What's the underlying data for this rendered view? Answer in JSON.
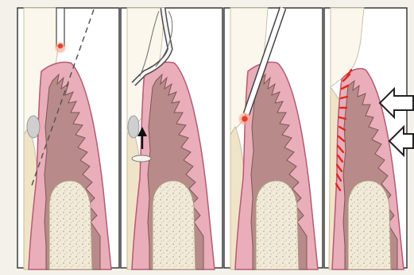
{
  "figure": {
    "panels": [
      {
        "id": "panel-1",
        "step": 1,
        "instrument": "probe",
        "feature": "dashed-reference-line"
      },
      {
        "id": "panel-2",
        "step": 2,
        "instrument": "curved-instrument",
        "feature": "upward-arrow"
      },
      {
        "id": "panel-3",
        "step": 3,
        "instrument": "probe",
        "feature": "glowing-tip"
      },
      {
        "id": "panel-4",
        "step": 4,
        "instrument": "none",
        "feature": "pressure-arrows"
      }
    ],
    "colors": {
      "background": "#f4f1ea",
      "panel_bg": "#ffffff",
      "border": "#3a3a3a",
      "gingiva": "#e9aeb9",
      "gingiva_edge": "#b55a72",
      "tissue": "#b98a8a",
      "tissue_edge": "#7d5656",
      "bone": "#f1ead8",
      "bone_dots": "#b9ab8d",
      "enamel": "#fbf7ec",
      "probe_tip": "#e3402f",
      "glow": "#f7a58f",
      "dash": "#555555",
      "arrow_fill": "#ffffff",
      "laser_marks": "#e02818"
    },
    "icons": [
      "probe-icon",
      "curved-instrument-icon",
      "up-arrow-icon",
      "left-arrow-icon"
    ]
  }
}
